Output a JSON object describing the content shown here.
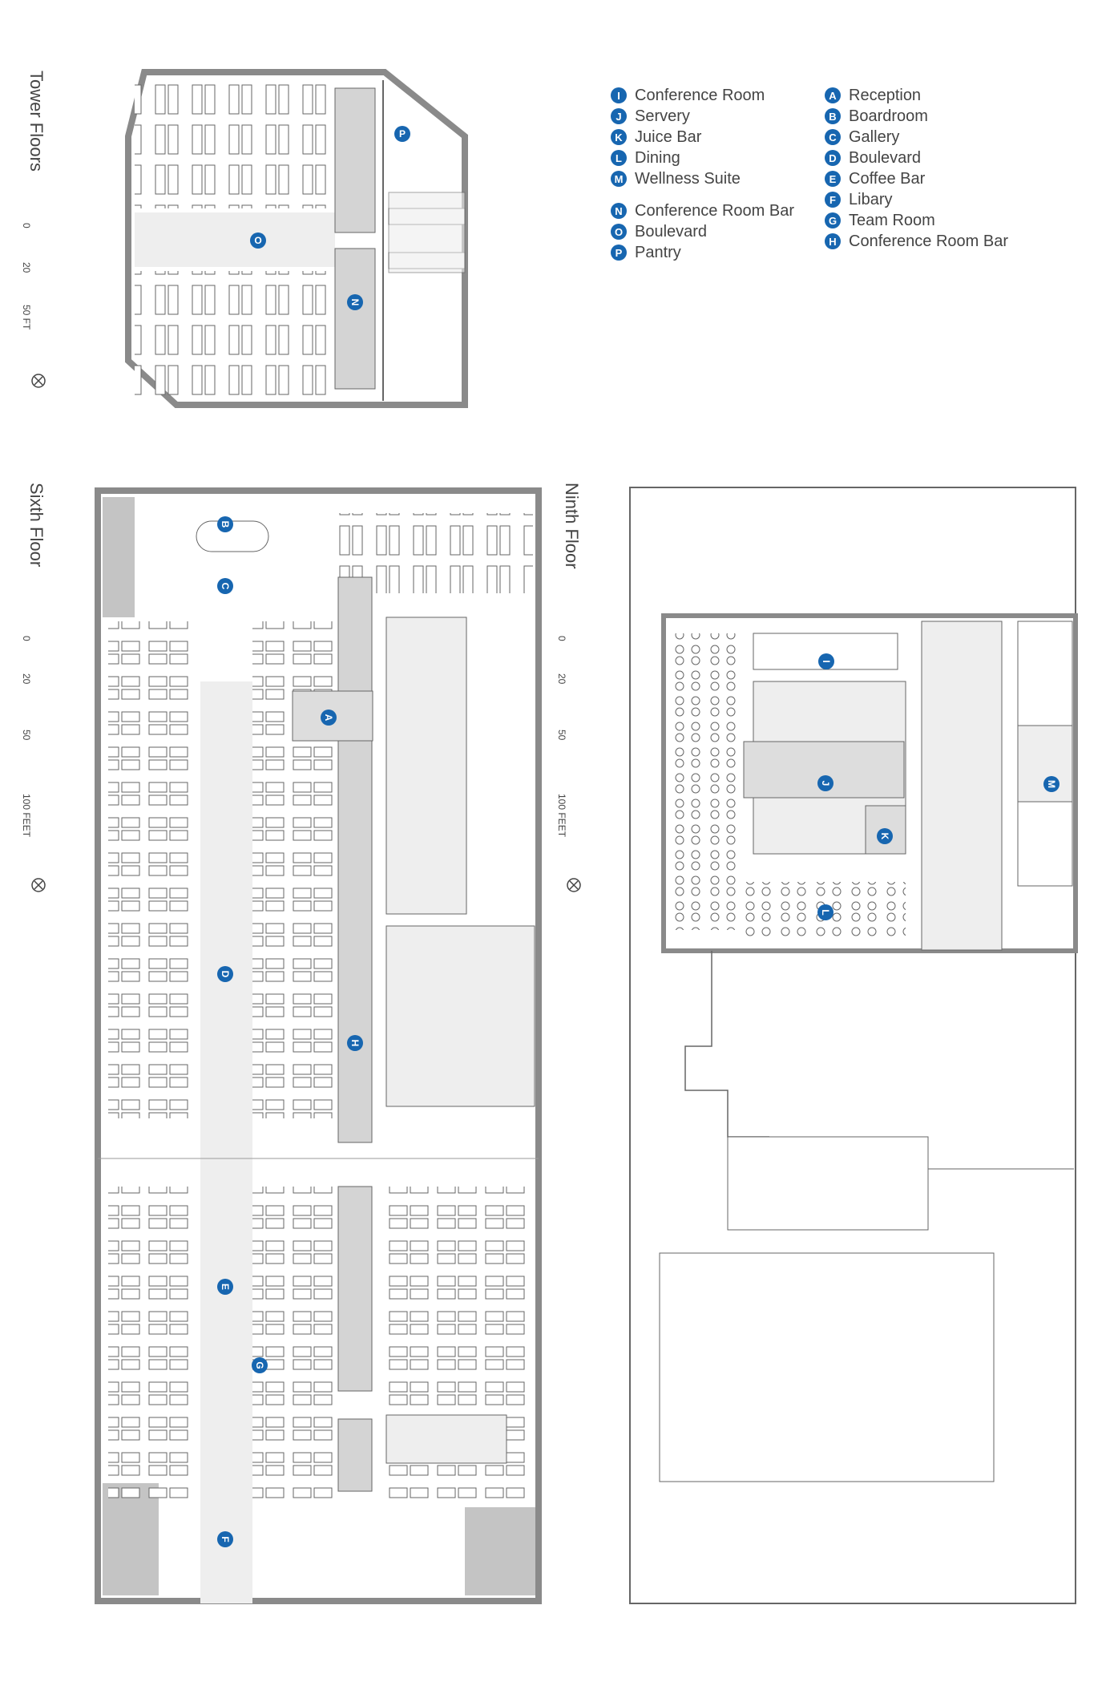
{
  "floors": {
    "tower": {
      "title": "Tower Floors",
      "scale": [
        "0",
        "20",
        "50 FT"
      ]
    },
    "sixth": {
      "title": "Sixth Floor",
      "scale": [
        "0",
        "20",
        "50",
        "100 FEET"
      ]
    },
    "ninth": {
      "title": "Ninth Floor",
      "scale": [
        "0",
        "20",
        "50",
        "100 FEET"
      ]
    }
  },
  "legend_left": [
    {
      "letter": "I",
      "label": "Conference Room"
    },
    {
      "letter": "J",
      "label": "Servery"
    },
    {
      "letter": "K",
      "label": "Juice Bar"
    },
    {
      "letter": "L",
      "label": "Dining"
    },
    {
      "letter": "M",
      "label": "Wellness Suite"
    },
    {
      "letter": "N",
      "label": "Conference Room Bar"
    },
    {
      "letter": "O",
      "label": "Boulevard"
    },
    {
      "letter": "P",
      "label": "Pantry"
    }
  ],
  "legend_right": [
    {
      "letter": "A",
      "label": "Reception"
    },
    {
      "letter": "B",
      "label": "Boardroom"
    },
    {
      "letter": "C",
      "label": "Gallery"
    },
    {
      "letter": "D",
      "label": "Boulevard"
    },
    {
      "letter": "E",
      "label": "Coffee Bar"
    },
    {
      "letter": "F",
      "label": "Libary"
    },
    {
      "letter": "G",
      "label": "Team Room"
    },
    {
      "letter": "H",
      "label": "Conference Room Bar"
    }
  ],
  "markers": {
    "tower": [
      "O",
      "P",
      "N"
    ],
    "sixth": [
      "B",
      "C",
      "A",
      "D",
      "H",
      "E",
      "G",
      "F"
    ],
    "ninth": [
      "I",
      "J",
      "K",
      "L",
      "M"
    ]
  },
  "colors": {
    "marker": "#1766b0",
    "wall": "#8a8a8a",
    "line": "#666666",
    "fill_light": "#eeeeee",
    "fill_core": "#d4d4d4"
  },
  "icons": {
    "north": "north-arrow-icon"
  }
}
